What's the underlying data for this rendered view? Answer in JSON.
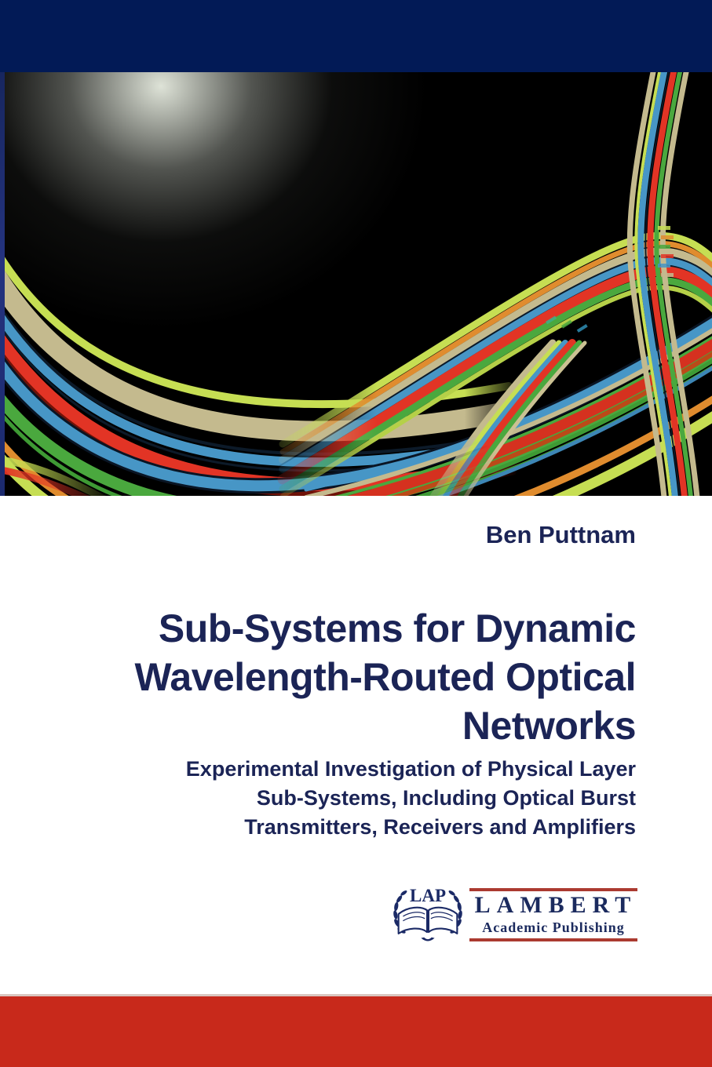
{
  "cover": {
    "author": "Ben Puttnam",
    "title_lines": [
      "Sub-Systems for Dynamic",
      "Wavelength-Routed Optical",
      "Networks"
    ],
    "subtitle_lines": [
      "Experimental Investigation of Physical Layer",
      "Sub-Systems, Including Optical Burst",
      "Transmitters, Receivers and Amplifiers"
    ],
    "publisher": {
      "acronym": "LAP",
      "name": "LAMBERT",
      "tagline": "Academic Publishing"
    },
    "colors": {
      "top_band": "#021a56",
      "bottom_band": "#c8291b",
      "text_navy": "#1b2456",
      "logo_navy": "#1b2a5e",
      "logo_rule_red": "#ab3a30",
      "art_background": "#000000",
      "fiber_palette": [
        "#c6de53",
        "#c4ba8e",
        "#4796c6",
        "#e23425",
        "#4aa83e",
        "#e08c2e"
      ]
    }
  }
}
